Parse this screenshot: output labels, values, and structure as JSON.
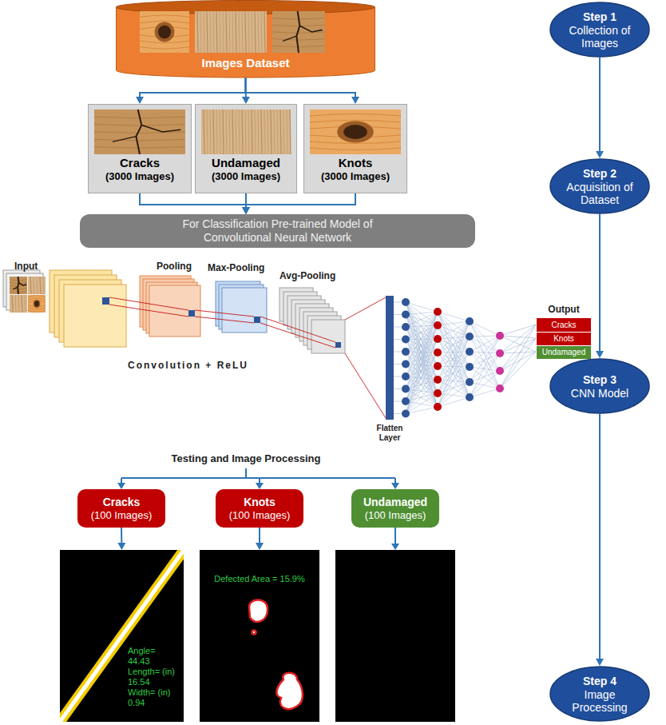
{
  "diagram": {
    "nodes": [
      {
        "text": [
          "Images Dataset"
        ]
      },
      {
        "text": [
          "Cracks",
          "(3000 Images)"
        ]
      },
      {
        "text": [
          "Undamaged",
          "(3000 Images)"
        ]
      },
      {
        "text": [
          "Knots",
          "(3000 Images)"
        ]
      },
      {
        "text": [
          "For Classification Pre-trained Model of Convolutional Neural Network"
        ]
      },
      {
        "text": [
          "Cracks"
        ]
      },
      {
        "text": [
          "Knots"
        ]
      },
      {
        "text": [
          "Undamaged"
        ]
      },
      {
        "text": [
          "Cracks",
          "(100 Images)"
        ]
      },
      {
        "text": [
          "Knots",
          "(100 Images)"
        ]
      },
      {
        "text": [
          "Undamaged",
          "(100 Images)"
        ]
      },
      {
        "text": [
          "Angle= 44.43 Length= (in) 16.54 Width= (in) 0.94"
        ]
      },
      {
        "text": [
          "Defected Area = 15.9%"
        ]
      },
      {
        "text": [
          "Step 1",
          "Collection of Images"
        ]
      },
      {
        "text": [
          "Step 2",
          "Acquisition of Dataset"
        ]
      },
      {
        "text": [
          "Step 3",
          "CNN Model"
        ]
      },
      {
        "text": [
          "Step 4",
          "Image Processing"
        ]
      }
    ],
    "edges": [
      {
        "from": 0,
        "to": 1,
        "arrow": "to"
      },
      {
        "from": 0,
        "to": 2,
        "arrow": "to"
      },
      {
        "from": 0,
        "to": 3,
        "arrow": "to"
      },
      {
        "from": 1,
        "to": 4,
        "arrow": "to"
      },
      {
        "from": 2,
        "to": 4,
        "arrow": "to"
      },
      {
        "from": 3,
        "to": 4,
        "arrow": "to"
      },
      {
        "from": 8,
        "to": 11,
        "arrow": "to"
      },
      {
        "from": 9,
        "to": 12,
        "arrow": "to"
      },
      {
        "from": 13,
        "to": 14,
        "arrow": "to"
      },
      {
        "from": 14,
        "to": 15,
        "arrow": "to"
      },
      {
        "from": 15,
        "to": 16,
        "arrow": "to"
      }
    ],
    "labels": [
      "Input",
      "Pooling",
      "Max-Pooling",
      "Avg-Pooling",
      "Output",
      "Convolution + ReLU",
      "Flatten Layer",
      "Testing and Image Processing"
    ]
  }
}
